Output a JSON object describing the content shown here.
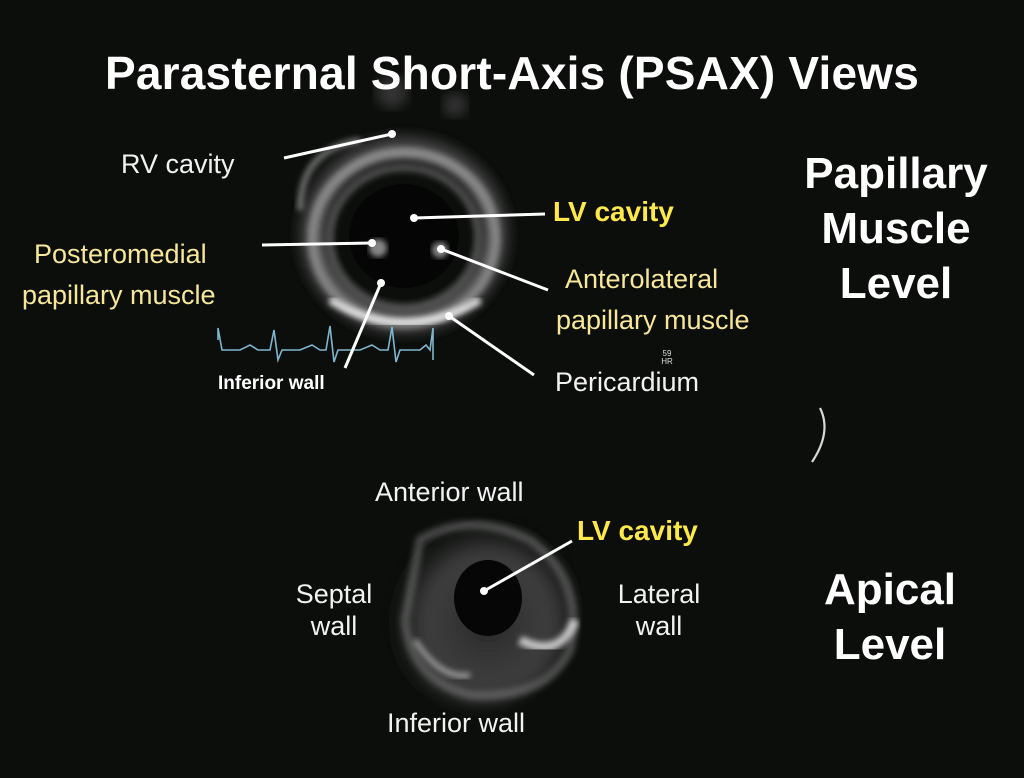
{
  "title": "Parasternal Short-Axis (PSAX) Views",
  "papillary": {
    "level_line1": "Papillary",
    "level_line2": "Muscle",
    "level_line3": "Level",
    "rv_cavity": "RV cavity",
    "lv_cavity": "LV cavity",
    "posteromedial_line1": "Posteromedial",
    "posteromedial_line2": "papillary muscle",
    "anterolateral_line1": "Anterolateral",
    "anterolateral_line2": "papillary muscle",
    "inferior_wall": "Inferior wall",
    "pericardium": "Pericardium",
    "hr_value": "59",
    "hr_label": "HR"
  },
  "apical": {
    "level_line1": "Apical",
    "level_line2": "Level",
    "anterior_wall": "Anterior wall",
    "lv_cavity": "LV cavity",
    "septal_line1": "Septal",
    "septal_line2": "wall",
    "lateral_line1": "Lateral",
    "lateral_line2": "wall",
    "inferior_wall": "Inferior wall"
  },
  "colors": {
    "background": "#0c0e0c",
    "label_white": "#f2f2f2",
    "label_yellow": "#f7e79a",
    "label_yellow_bold": "#ffe84a",
    "ecg_trace": "#7fb6d0"
  }
}
